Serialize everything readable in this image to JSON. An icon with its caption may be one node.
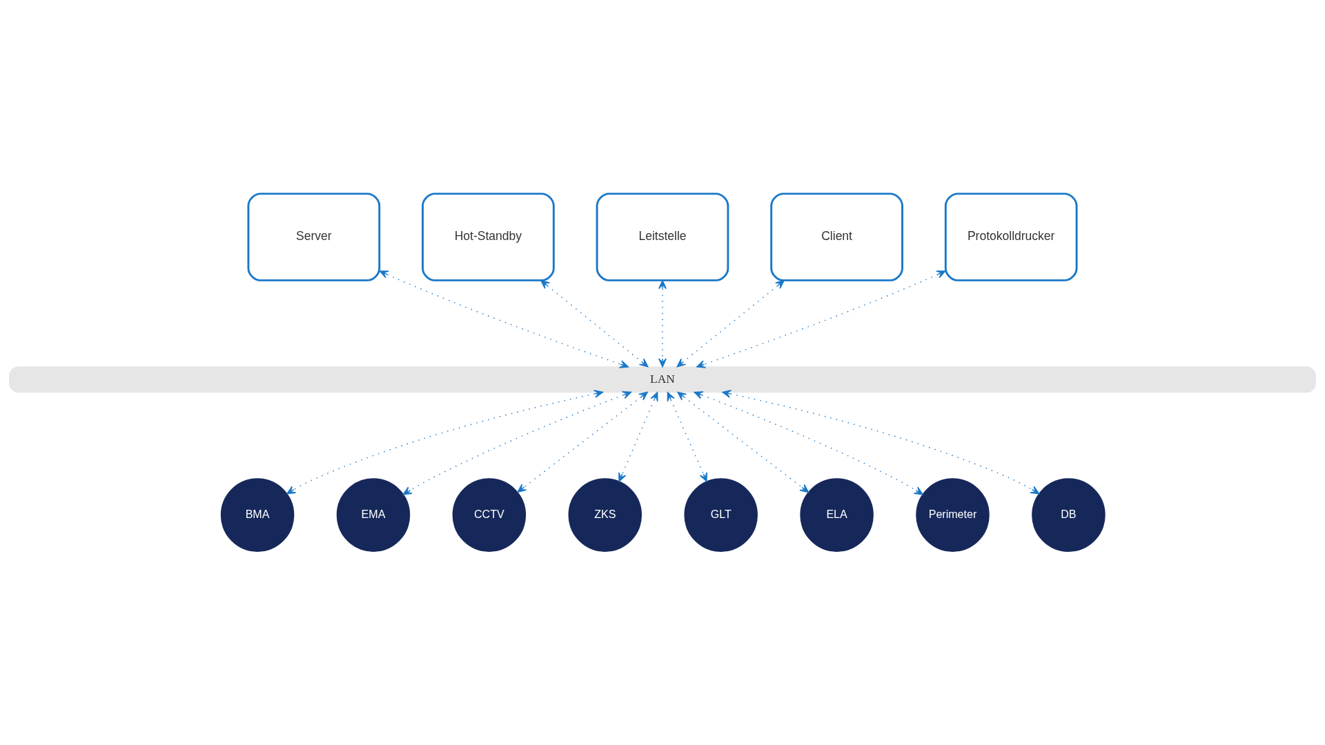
{
  "diagram": {
    "nodes": [
      {
        "text": [
          "Server"
        ]
      },
      {
        "text": [
          "Hot-Standby"
        ]
      },
      {
        "text": [
          "Leitstelle"
        ]
      },
      {
        "text": [
          "Client"
        ]
      },
      {
        "text": [
          "Protokolldrucker"
        ]
      },
      {
        "text": [
          "LAN"
        ]
      },
      {
        "text": [
          "BMA"
        ]
      },
      {
        "text": [
          "EMA"
        ]
      },
      {
        "text": [
          "CCTV"
        ]
      },
      {
        "text": [
          "ZKS"
        ]
      },
      {
        "text": [
          "GLT"
        ]
      },
      {
        "text": [
          "ELA"
        ]
      },
      {
        "text": [
          "Perimeter"
        ]
      },
      {
        "text": [
          "DB"
        ]
      }
    ],
    "edges": [
      {
        "from": 0,
        "to": 5,
        "arrow": "both",
        "style": "dashed"
      },
      {
        "from": 1,
        "to": 5,
        "arrow": "both",
        "style": "dashed"
      },
      {
        "from": 2,
        "to": 5,
        "arrow": "both",
        "style": "dashed"
      },
      {
        "from": 3,
        "to": 5,
        "arrow": "both",
        "style": "dashed"
      },
      {
        "from": 4,
        "to": 5,
        "arrow": "both",
        "style": "dashed"
      },
      {
        "from": 5,
        "to": 6,
        "arrow": "both",
        "style": "dashed"
      },
      {
        "from": 5,
        "to": 7,
        "arrow": "both",
        "style": "dashed"
      },
      {
        "from": 5,
        "to": 8,
        "arrow": "both",
        "style": "dashed"
      },
      {
        "from": 5,
        "to": 9,
        "arrow": "both",
        "style": "dashed"
      },
      {
        "from": 5,
        "to": 10,
        "arrow": "both",
        "style": "dashed"
      },
      {
        "from": 5,
        "to": 11,
        "arrow": "both",
        "style": "dashed"
      },
      {
        "from": 5,
        "to": 12,
        "arrow": "both",
        "style": "dashed"
      },
      {
        "from": 5,
        "to": 13,
        "arrow": "both",
        "style": "dashed"
      }
    ]
  }
}
